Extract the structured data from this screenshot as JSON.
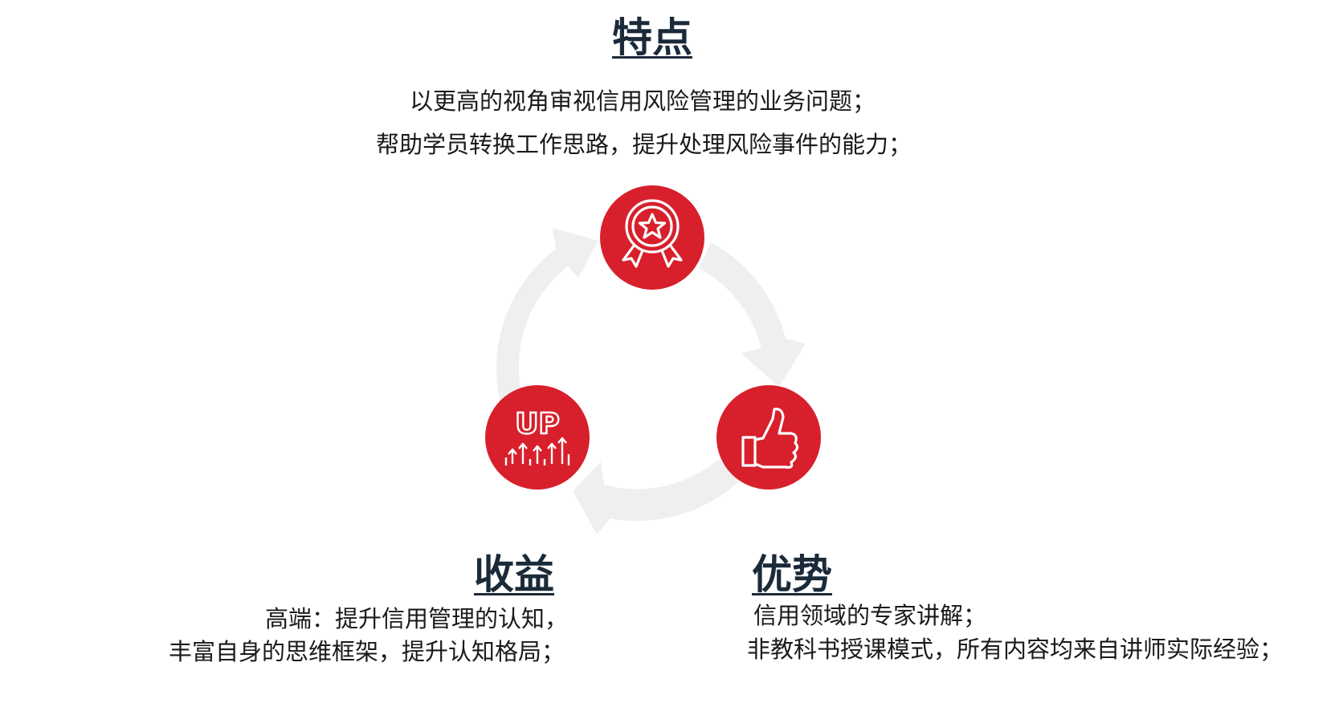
{
  "colors": {
    "accent": "#d7202c",
    "heading": "#1b2a39",
    "cycle_arrows": "#efefef",
    "icon_line": "#ffffff"
  },
  "features": {
    "title": "特点",
    "lines": [
      "以更高的视角审视信用风险管理的业务问题；",
      "帮助学员转换工作思路，提升处理风险事件的能力；"
    ],
    "icon": "award-badge-icon"
  },
  "benefits": {
    "title": "收益",
    "lines": [
      "高端：提升信用管理的认知，",
      "丰富自身的思维框架，提升认知格局；"
    ],
    "icon": "up-arrows-icon",
    "icon_text": "UP"
  },
  "advantages": {
    "title": "优势",
    "lines": [
      "信用领域的专家讲解；",
      "非教科书授课模式，所有内容均来自讲师实际经验；"
    ],
    "icon": "thumbs-up-icon"
  }
}
